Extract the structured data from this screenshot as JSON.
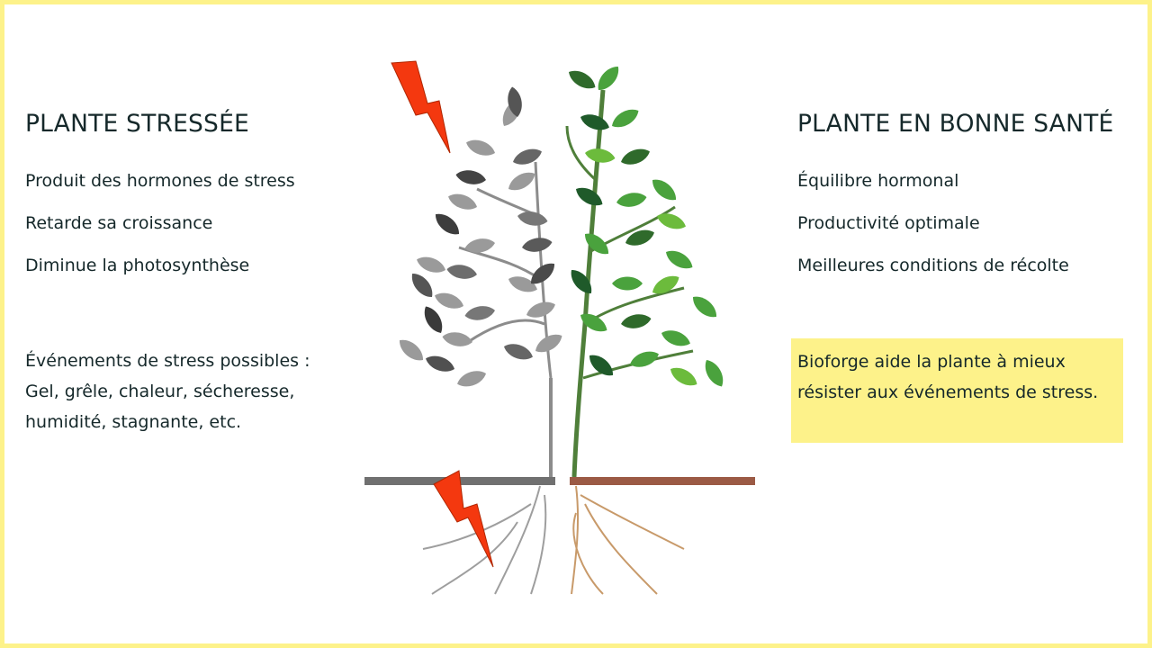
{
  "stressed": {
    "title": "PLANTE STRESSÉE",
    "items": [
      "Produit des hormones de stress",
      "Retarde sa croissance",
      "Diminue la photosynthèse"
    ],
    "events_title": "Événements de stress possibles :",
    "events_line1": "Gel, grêle, chaleur, sécheresse,",
    "events_line2": "humidité, stagnante, etc."
  },
  "healthy": {
    "title": "PLANTE EN BONNE SANTÉ",
    "items": [
      "Équilibre hormonal",
      "Productivité optimale",
      "Meilleures conditions de récolte"
    ],
    "note": "Bioforge aide la plante à mieux résister aux événements de stress."
  },
  "colors": {
    "frame": "#fdf28a",
    "highlight": "#fdf28a",
    "text": "#15282a",
    "lightning": "#f4380f",
    "stressed_leaf": "#8a8a8a",
    "healthy_leaf": "#3f9c3a",
    "healthy_soil": "#9b5a45",
    "stressed_soil": "#707070"
  },
  "icons": [
    "lightning-bolt-icon",
    "plant-illustration"
  ]
}
